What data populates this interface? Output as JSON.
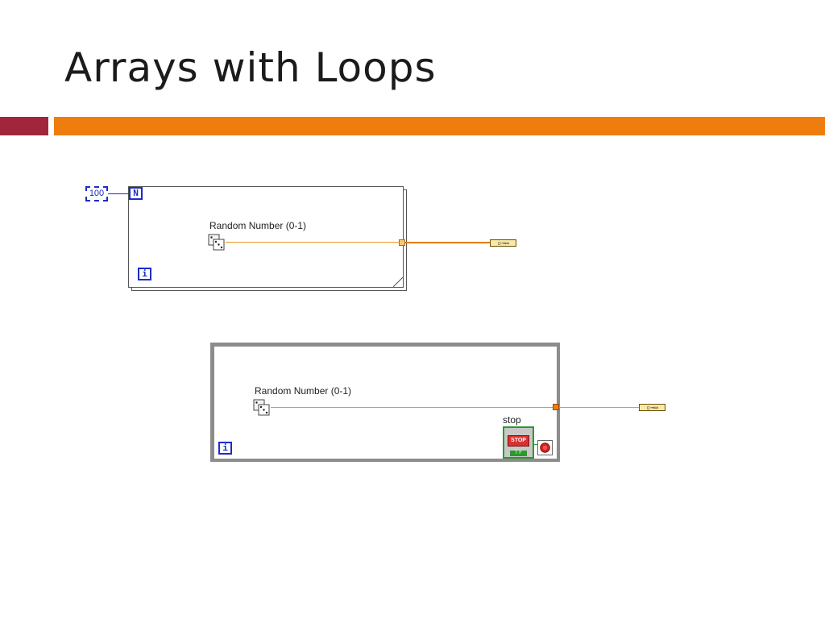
{
  "slide": {
    "title": "Arrays with Loops",
    "colors": {
      "accent_red": "#a1263b",
      "accent_orange": "#ee7d0e"
    }
  },
  "for_loop": {
    "count_constant": "100",
    "count_terminal": "N",
    "iteration_terminal": "i",
    "function_label": "Random Number (0-1)",
    "function_icon": "dice-icon",
    "output_icon": "array-indicator-icon"
  },
  "while_loop": {
    "function_label": "Random Number (0-1)",
    "function_icon": "dice-icon",
    "iteration_terminal": "i",
    "stop_label": "stop",
    "stop_button_text": "STOP",
    "stop_tf_text": "T F",
    "condition_icon": "stop-condition-icon",
    "output_icon": "array-indicator-icon"
  }
}
